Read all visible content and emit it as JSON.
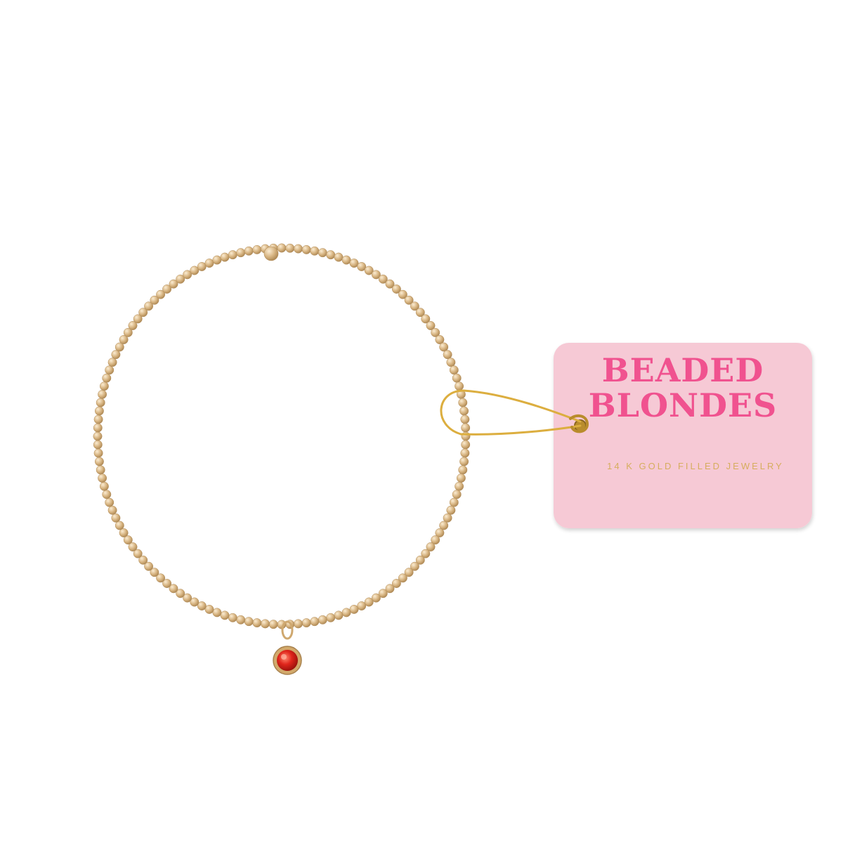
{
  "tag": {
    "brand_line1": "BEADED",
    "brand_line2": "BLONDES",
    "subtitle": "14 K GOLD FILLED JEWELRY"
  },
  "colors": {
    "background": "#ffffff",
    "tag_pink": "#f6c9d5",
    "brand_text": "#f0528f",
    "gold": "#d7b481",
    "gold_dark": "#a8824e",
    "gold_highlight": "#fbecd2",
    "pin_gold": "#dcae3f",
    "charm_red": "#e0261c"
  },
  "bracelet": {
    "bead_count": 140
  }
}
